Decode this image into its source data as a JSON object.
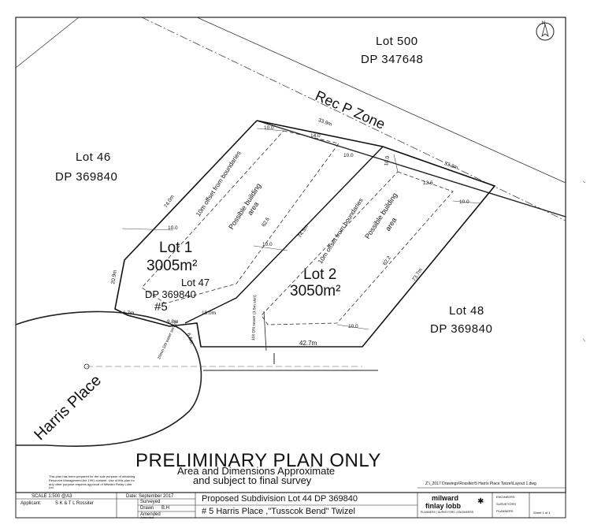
{
  "neighbours": {
    "lot500": {
      "lot": "Lot 500",
      "dp": "DP 347648"
    },
    "lot46": {
      "lot": "Lot 46",
      "dp": "DP 369840"
    },
    "lot48": {
      "lot": "Lot 48",
      "dp": "DP 369840"
    },
    "lot47": {
      "lot": "Lot  47",
      "dp": "DP    369840"
    }
  },
  "zone_label": "Rec P Zone",
  "house_number": "#5",
  "street_name": "Harris Place",
  "lots": [
    {
      "name": "Lot 1",
      "area": "3005m²",
      "offset_note": "10m offset from boundaries",
      "building_label": "Possible building",
      "building_label2": "area"
    },
    {
      "name": "Lot 2",
      "area": "3050m²",
      "offset_note": "10m offset from boundaries",
      "building_label": "Possible building",
      "building_label2": "area"
    }
  ],
  "dimensions": {
    "top_left": "33.9m",
    "top_right": "33.3m",
    "offset_a": "10.0",
    "offset_b": "14.0",
    "offset_c": "10.0",
    "offset_d": "10.0",
    "offset_e": "13.6",
    "offset_f": "10.0",
    "lot1_left": "74.0m",
    "lot1_inner": "62.6",
    "lot1_right": "74.5m",
    "lot1_mid": "10.0",
    "lot1_bottom": "10.0",
    "lot2_inner": "62.2",
    "lot2_right": "73.7m",
    "lot2_bottom": "10.0",
    "side_left": "20.9m",
    "row_a": "6.7m",
    "row_b": "9.8m",
    "row_c": "19.0m",
    "row_d": "6.6m",
    "bottom": "42.7m",
    "easement": "100 DN sewer (3.5m skin)",
    "culdesac": "20mm DN water service"
  },
  "notes": {
    "title": "PRELIMINARY PLAN ONLY",
    "subtitle1": "Area and Dimensions Approximate",
    "subtitle2": "and subject to final survey",
    "file_path": "Z:\\_2017 Drawings\\Rosslter\\5 Harris Place Twizel\\Layout 1.dwg",
    "fine_print": "This plan has been prepared for the sole purpose of obtaining Resource Management Act 1991 consent. Use of this plan for any other purpose requires approval of Milward Finlay Lobb Ltd."
  },
  "title_block": {
    "scale": "SCALE 1:500 @A3",
    "date": "Date: September 2017",
    "applicant_label": "Applicant:",
    "applicant": "S K & T L Rossiter",
    "surveyed": "Surveyed",
    "drawn": "Drawn",
    "drawn_by": "B.H",
    "amended1": "Amended",
    "amended2": "Amended",
    "project_line1": "Proposed Subdivision Lot 44 DP 369840",
    "project_line2": "# 5 Harris Place ,\"Tusscok Bend\" Twizel",
    "brand1": "milward",
    "brand2": "finlay lobb",
    "brand_sub": "PLANNERS | SURVEYORS | ENGINEERS",
    "office1": "ENGINEERS",
    "office2": "SURVEYORS",
    "office3": "PLANNERS",
    "sheet": "Sheet 1 of 1"
  },
  "north_label": "N"
}
